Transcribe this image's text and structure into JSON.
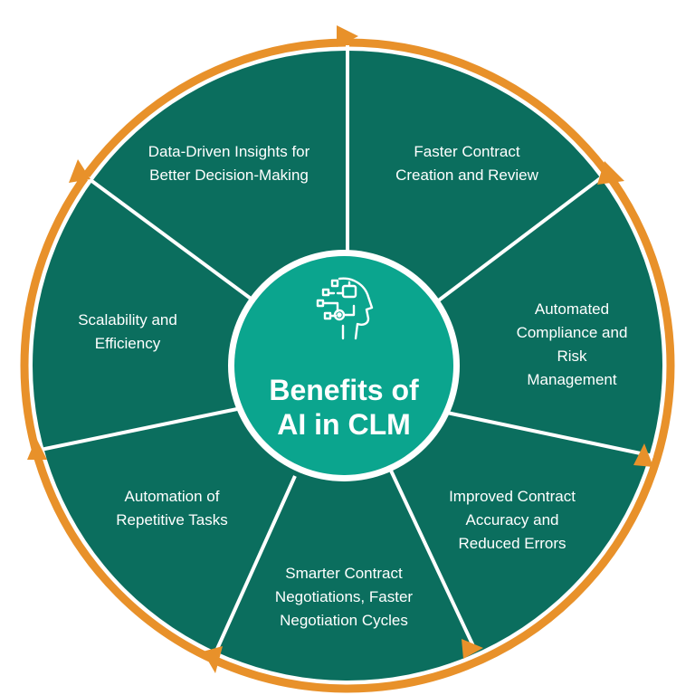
{
  "center": {
    "title": "Benefits of\nAI in CLM",
    "icon": "ai-robot-head-icon"
  },
  "segments": [
    {
      "label": "Faster Contract\nCreation and Review"
    },
    {
      "label": "Automated\nCompliance and\nRisk Management"
    },
    {
      "label": "Improved Contract\nAccuracy and\nReduced Errors"
    },
    {
      "label": "Smarter Contract\nNegotiations, Faster\nNegotiation Cycles"
    },
    {
      "label": "Automation of\nRepetitive Tasks"
    },
    {
      "label": "Scalability and\nEfficiency"
    },
    {
      "label": "Data-Driven Insights for\nBetter Decision-Making"
    }
  ],
  "colors": {
    "ring": "#E8912A",
    "segment": "#0B6E5E",
    "divider": "#ffffff",
    "center": "#0BA58E",
    "text": "#ffffff"
  }
}
